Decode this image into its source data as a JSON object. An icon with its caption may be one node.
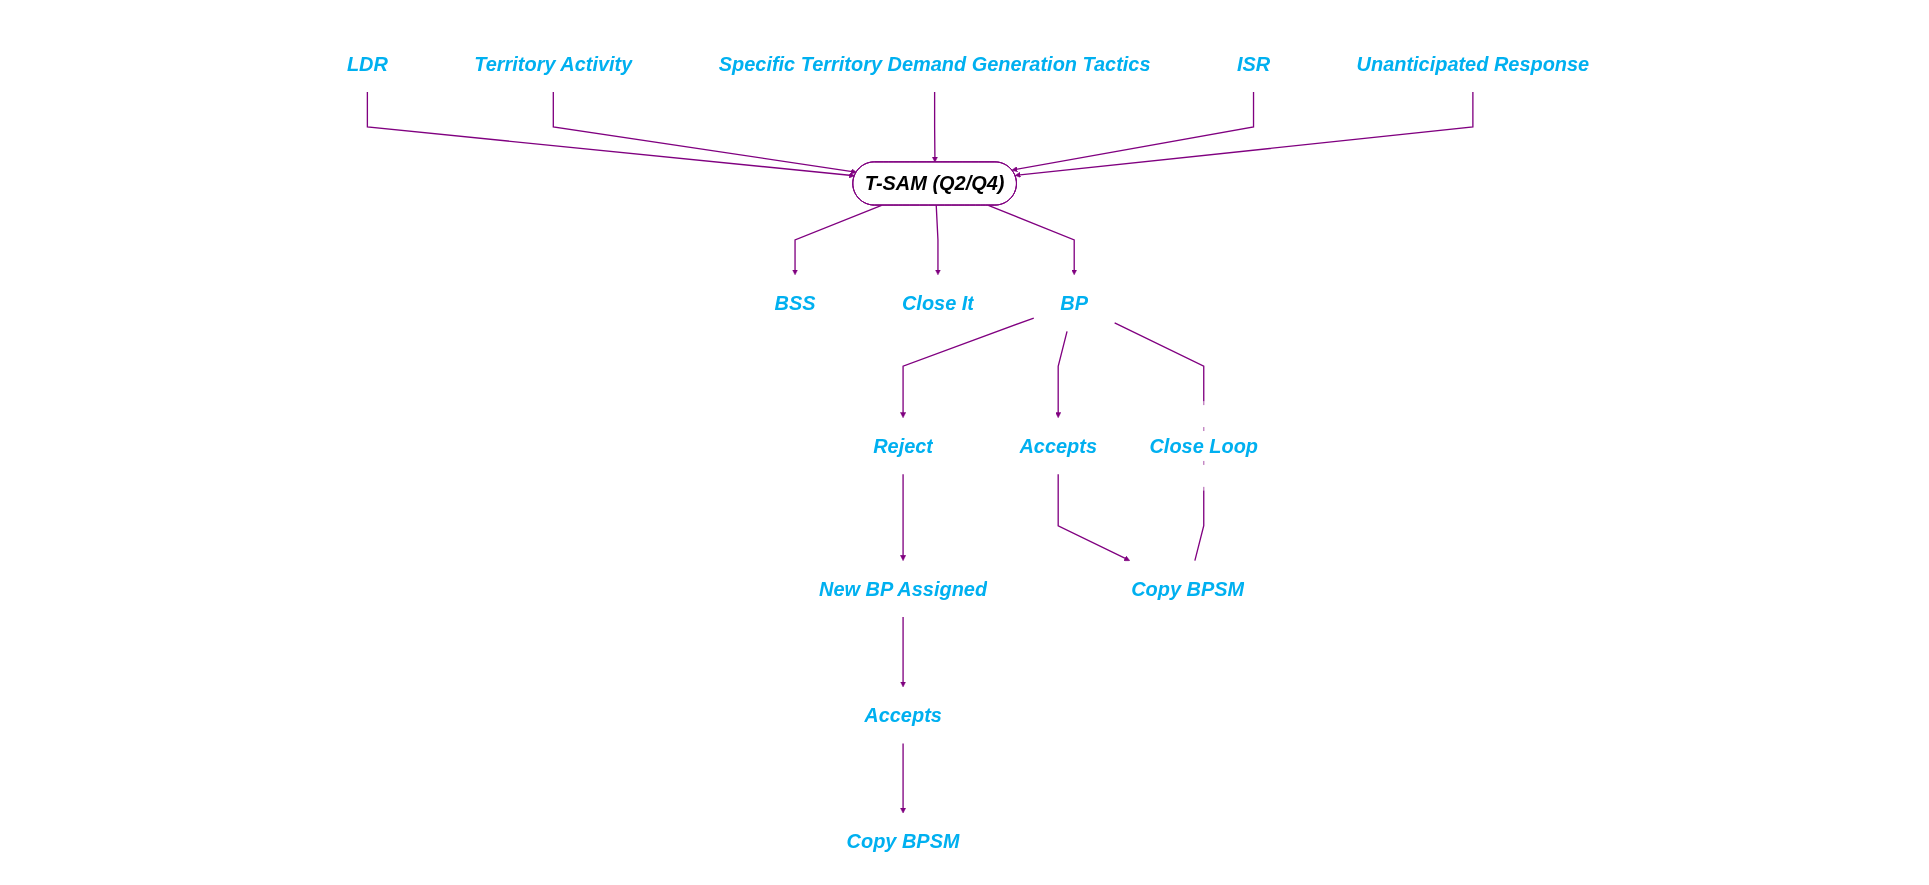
{
  "diagram": {
    "nodes": [
      {
        "text": [
          "LDR"
        ]
      },
      {
        "text": [
          "Territory Activity"
        ]
      },
      {
        "text": [
          "Specific Territory Demand Generation Tactics"
        ]
      },
      {
        "text": [
          "ISR"
        ]
      },
      {
        "text": [
          "T-SAM (Q2/Q4)"
        ]
      },
      {
        "text": [
          "Unanticipated Response"
        ]
      },
      {
        "text": [
          "BSS"
        ]
      },
      {
        "text": [
          "Close It"
        ]
      },
      {
        "text": [
          "BP"
        ]
      },
      {
        "text": [
          "Reject"
        ]
      },
      {
        "text": [
          "Accepts"
        ]
      },
      {
        "text": [
          "New BP Assigned"
        ]
      },
      {
        "text": [
          "Accepts"
        ]
      },
      {
        "text": [
          "Copy BPSM"
        ]
      },
      {
        "text": [
          "Copy BPSM"
        ]
      }
    ],
    "edges": [
      {
        "from": 0,
        "to": 4,
        "arrow": "to"
      },
      {
        "from": 1,
        "to": 4,
        "arrow": "to"
      },
      {
        "from": 2,
        "to": 4,
        "arrow": "to"
      },
      {
        "from": 3,
        "to": 4,
        "arrow": "to"
      },
      {
        "from": 5,
        "to": 4,
        "arrow": "to"
      },
      {
        "from": 4,
        "to": 6,
        "arrow": "to"
      },
      {
        "from": 4,
        "to": 7,
        "arrow": "to"
      },
      {
        "from": 4,
        "to": 8,
        "arrow": "to"
      },
      {
        "from": 8,
        "to": 9,
        "arrow": "to"
      },
      {
        "from": 8,
        "to": 10,
        "arrow": "to"
      },
      {
        "from": 10,
        "to": 13,
        "arrow": "to"
      },
      {
        "from": 13,
        "to": 8,
        "label": "Close Loop",
        "arrow": "none"
      },
      {
        "from": 9,
        "to": 11,
        "arrow": "to"
      },
      {
        "from": 11,
        "to": 12,
        "arrow": "to"
      },
      {
        "from": 12,
        "to": 14,
        "arrow": "to"
      }
    ]
  }
}
